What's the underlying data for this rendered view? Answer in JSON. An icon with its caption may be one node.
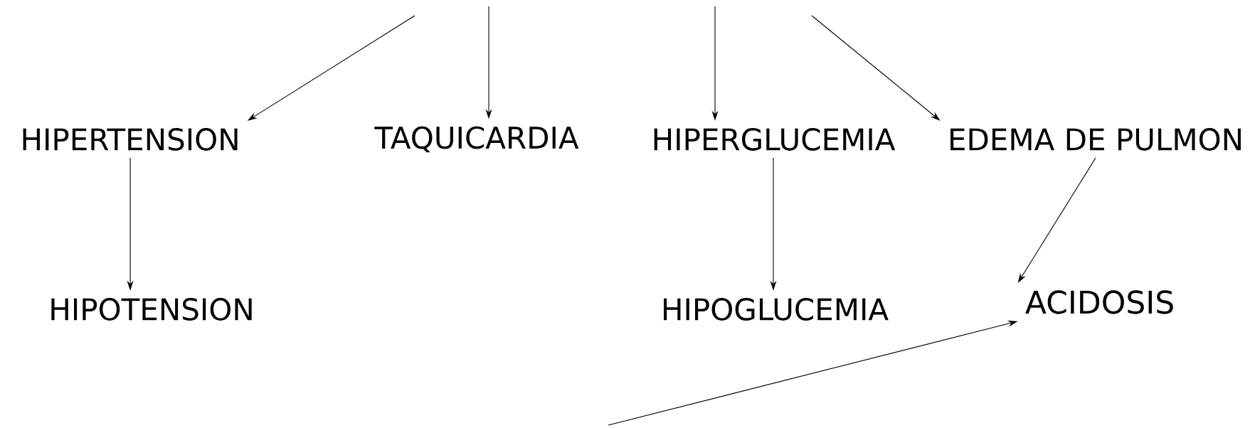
{
  "diagram": {
    "nodes": [
      {
        "text": [
          "HIPERTENSION"
        ]
      },
      {
        "text": [
          "TAQUICARDIA"
        ]
      },
      {
        "text": [
          "HIPERGLUCEMIA"
        ]
      },
      {
        "text": [
          "EDEMA DE PULMON"
        ]
      },
      {
        "text": [
          "HIPOTENSION"
        ]
      },
      {
        "text": [
          "HIPOGLUCEMIA"
        ]
      },
      {
        "text": [
          "ACIDOSIS"
        ]
      }
    ],
    "edges": [
      {
        "from": null,
        "to": 0,
        "arrow": "to"
      },
      {
        "from": null,
        "to": 1,
        "arrow": "to"
      },
      {
        "from": null,
        "to": 2,
        "arrow": "to"
      },
      {
        "from": null,
        "to": 3,
        "arrow": "to"
      },
      {
        "from": 0,
        "to": 4,
        "arrow": "to"
      },
      {
        "from": 2,
        "to": 5,
        "arrow": "to"
      },
      {
        "from": 3,
        "to": 6,
        "arrow": "to"
      },
      {
        "from": null,
        "to": 6,
        "arrow": "to"
      }
    ]
  }
}
